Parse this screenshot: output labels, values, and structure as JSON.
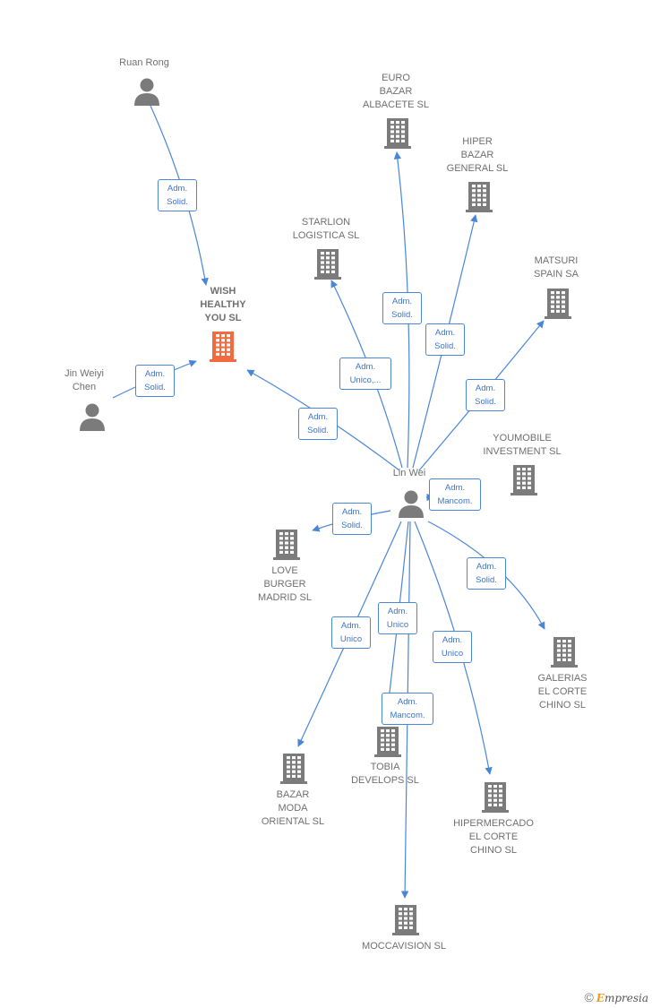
{
  "nodes": {
    "ruan": {
      "label": "Ruan Rong",
      "kind": "person",
      "color": "#7b7b7b"
    },
    "jin": {
      "label": "Jin Weiyi\nChen",
      "kind": "person",
      "color": "#7b7b7b"
    },
    "wish": {
      "label": "WISH\nHEALTHY\nYOU  SL",
      "kind": "company",
      "color": "#f26a3d",
      "bold": true
    },
    "lin": {
      "label": "Lin Wei",
      "kind": "person",
      "color": "#7b7b7b"
    },
    "euro": {
      "label": "EURO\nBAZAR\nALBACETE SL",
      "kind": "company",
      "color": "#7b7b7b"
    },
    "hiper": {
      "label": "HIPER\nBAZAR\nGENERAL SL",
      "kind": "company",
      "color": "#7b7b7b"
    },
    "starlion": {
      "label": "STARLION\nLOGISTICA  SL",
      "kind": "company",
      "color": "#7b7b7b"
    },
    "matsuri": {
      "label": "MATSURI\nSPAIN SA",
      "kind": "company",
      "color": "#7b7b7b"
    },
    "youmobile": {
      "label": "YOUMOBILE\nINVESTMENT SL",
      "kind": "company",
      "color": "#7b7b7b"
    },
    "love": {
      "label": "LOVE\nBURGER\nMADRID  SL",
      "kind": "company",
      "color": "#7b7b7b"
    },
    "galerias": {
      "label": "GALERIAS\nEL CORTE\nCHINO SL",
      "kind": "company",
      "color": "#7b7b7b"
    },
    "bazarmoda": {
      "label": "BAZAR\nMODA\nORIENTAL SL",
      "kind": "company",
      "color": "#7b7b7b"
    },
    "tobia": {
      "label": "TOBIA\nDEVELOPS SL",
      "kind": "company",
      "color": "#7b7b7b"
    },
    "hipermercado": {
      "label": "HIPERMERCADO\nEL CORTE\nCHINO SL",
      "kind": "company",
      "color": "#7b7b7b"
    },
    "moccavision": {
      "label": "MOCCAVISION SL",
      "kind": "company",
      "color": "#7b7b7b"
    }
  },
  "relations": [
    {
      "from": "ruan",
      "to": "wish",
      "label": "Adm.\nSolid."
    },
    {
      "from": "jin",
      "to": "wish",
      "label": "Adm.\nSolid."
    },
    {
      "from": "lin",
      "to": "wish",
      "label": "Adm.\nSolid."
    },
    {
      "from": "lin",
      "to": "starlion",
      "label": "Adm.\nUnico,..."
    },
    {
      "from": "lin",
      "to": "euro",
      "label": "Adm.\nSolid."
    },
    {
      "from": "lin",
      "to": "hiper",
      "label": "Adm.\nSolid."
    },
    {
      "from": "lin",
      "to": "matsuri",
      "label": "Adm.\nSolid."
    },
    {
      "from": "lin",
      "to": "youmobile",
      "label": "Adm.\nMancom."
    },
    {
      "from": "lin",
      "to": "love",
      "label": "Adm.\nSolid."
    },
    {
      "from": "lin",
      "to": "galerias",
      "label": "Adm.\nSolid."
    },
    {
      "from": "lin",
      "to": "bazarmoda",
      "label": "Adm.\nUnico"
    },
    {
      "from": "lin",
      "to": "tobia",
      "label": "Adm.\nUnico"
    },
    {
      "from": "lin",
      "to": "hipermercado",
      "label": "Adm.\nUnico"
    },
    {
      "from": "lin",
      "to": "moccavision",
      "label": "Adm.\nMancom."
    }
  ],
  "colors": {
    "edge": "#4a86d8",
    "badge_text": "#3b74c9"
  },
  "watermark": {
    "symbol": "©",
    "brand_initial": "E",
    "brand_rest": "mpresia"
  }
}
